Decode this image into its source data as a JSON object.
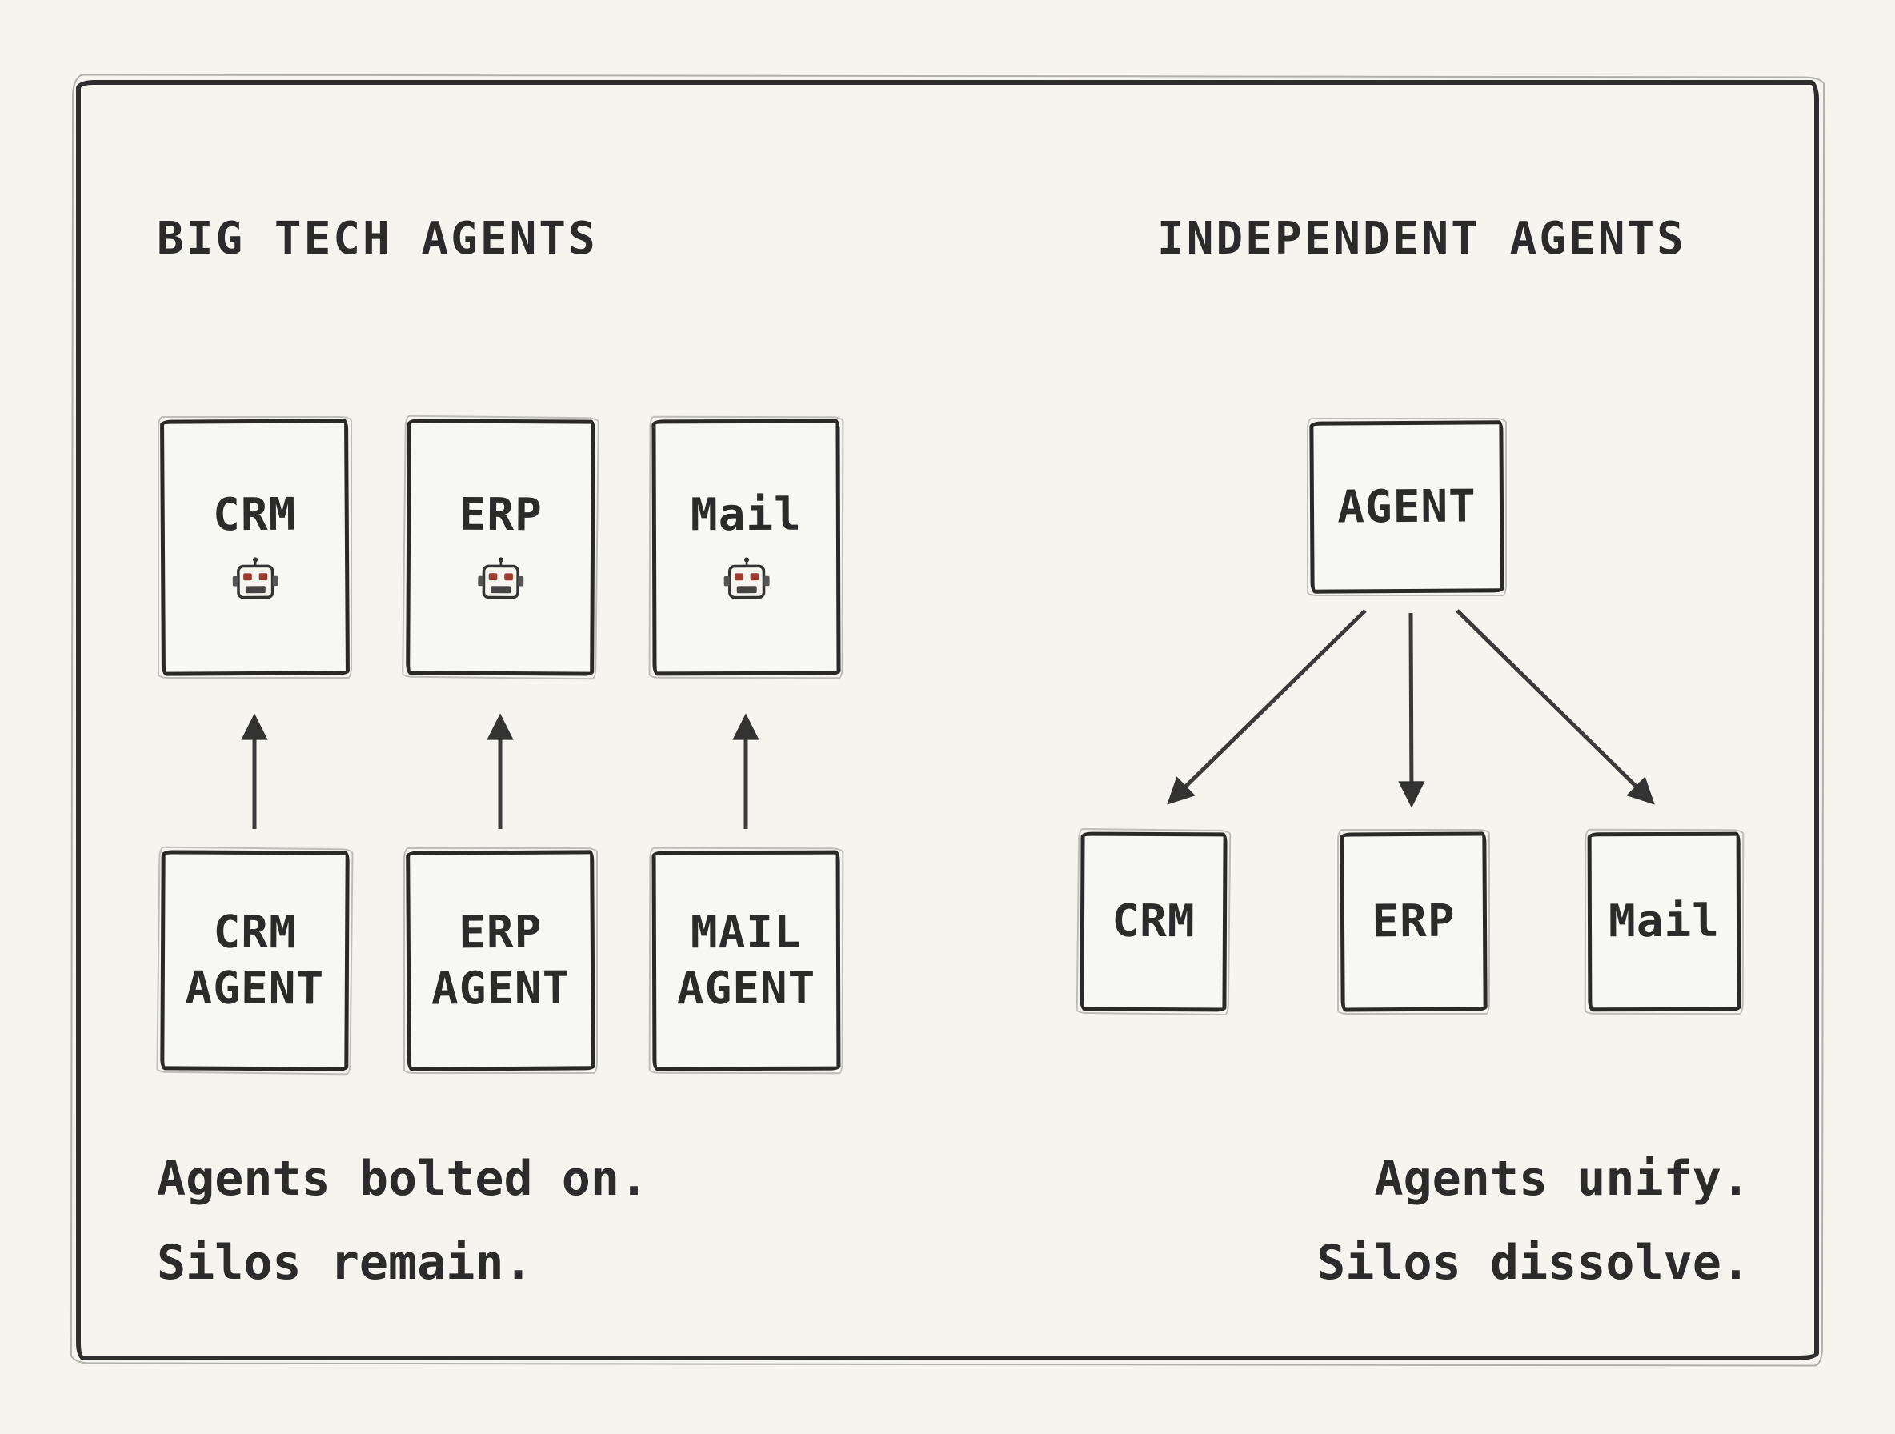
{
  "left": {
    "title": "BIG TECH AGENTS",
    "top_boxes": [
      {
        "label": "CRM",
        "icon": "robot-icon"
      },
      {
        "label": "ERP",
        "icon": "robot-icon"
      },
      {
        "label": "Mail",
        "icon": "robot-icon"
      }
    ],
    "bottom_boxes": [
      {
        "line1": "CRM",
        "line2": "AGENT"
      },
      {
        "line1": "ERP",
        "line2": "AGENT"
      },
      {
        "line1": "MAIL",
        "line2": "AGENT"
      }
    ],
    "caption": {
      "line1": "Agents bolted on.",
      "line2": "Silos remain."
    }
  },
  "right": {
    "title": "INDEPENDENT AGENTS",
    "hub_box": {
      "label": "AGENT"
    },
    "spoke_boxes": [
      {
        "label": "CRM"
      },
      {
        "label": "ERP"
      },
      {
        "label": "Mail"
      }
    ],
    "caption": {
      "line1": "Agents unify.",
      "line2": "Silos dissolve."
    }
  },
  "colors": {
    "ink": "#2b2b2b",
    "paper": "#f5f4ef",
    "robot_eye": "#9c3a2e"
  }
}
